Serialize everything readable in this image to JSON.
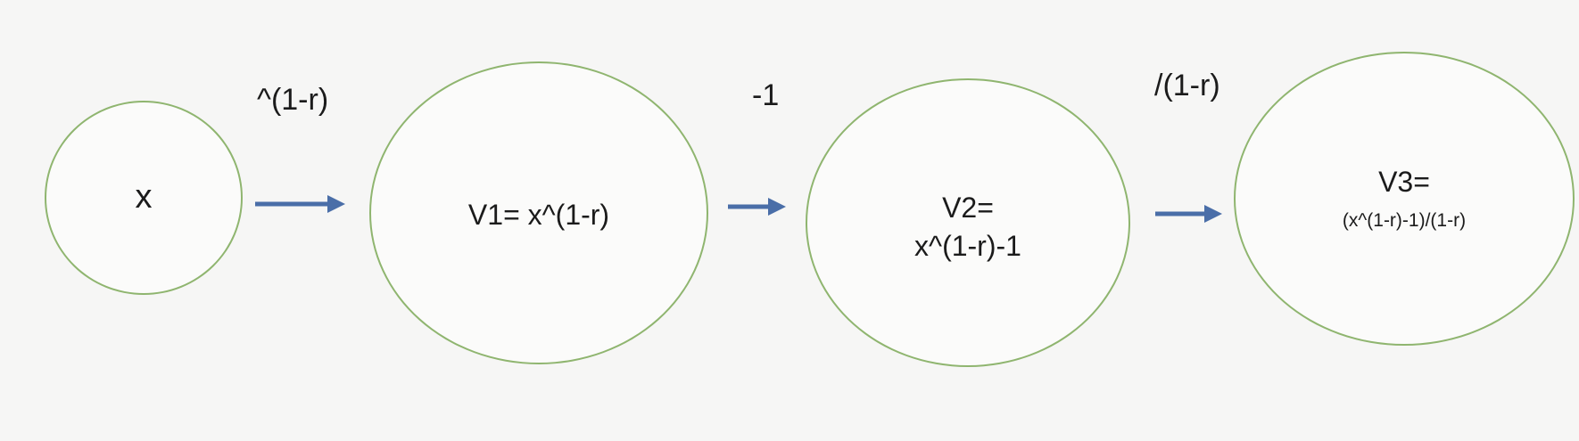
{
  "nodes": [
    {
      "lines": [
        "x"
      ]
    },
    {
      "lines": [
        "V1= x^(1-r)"
      ]
    },
    {
      "lines": [
        "V2=",
        "x^(1-r)-1"
      ]
    },
    {
      "lines": [
        "V3=",
        "(x^(1-r)-1)/(1-r)"
      ]
    }
  ],
  "operations": [
    "^(1-r)",
    "-1",
    "/(1-r)"
  ],
  "colors": {
    "circle_border": "#8fb56f",
    "arrow": "#4a6ea8",
    "text": "#1b1b1b"
  }
}
